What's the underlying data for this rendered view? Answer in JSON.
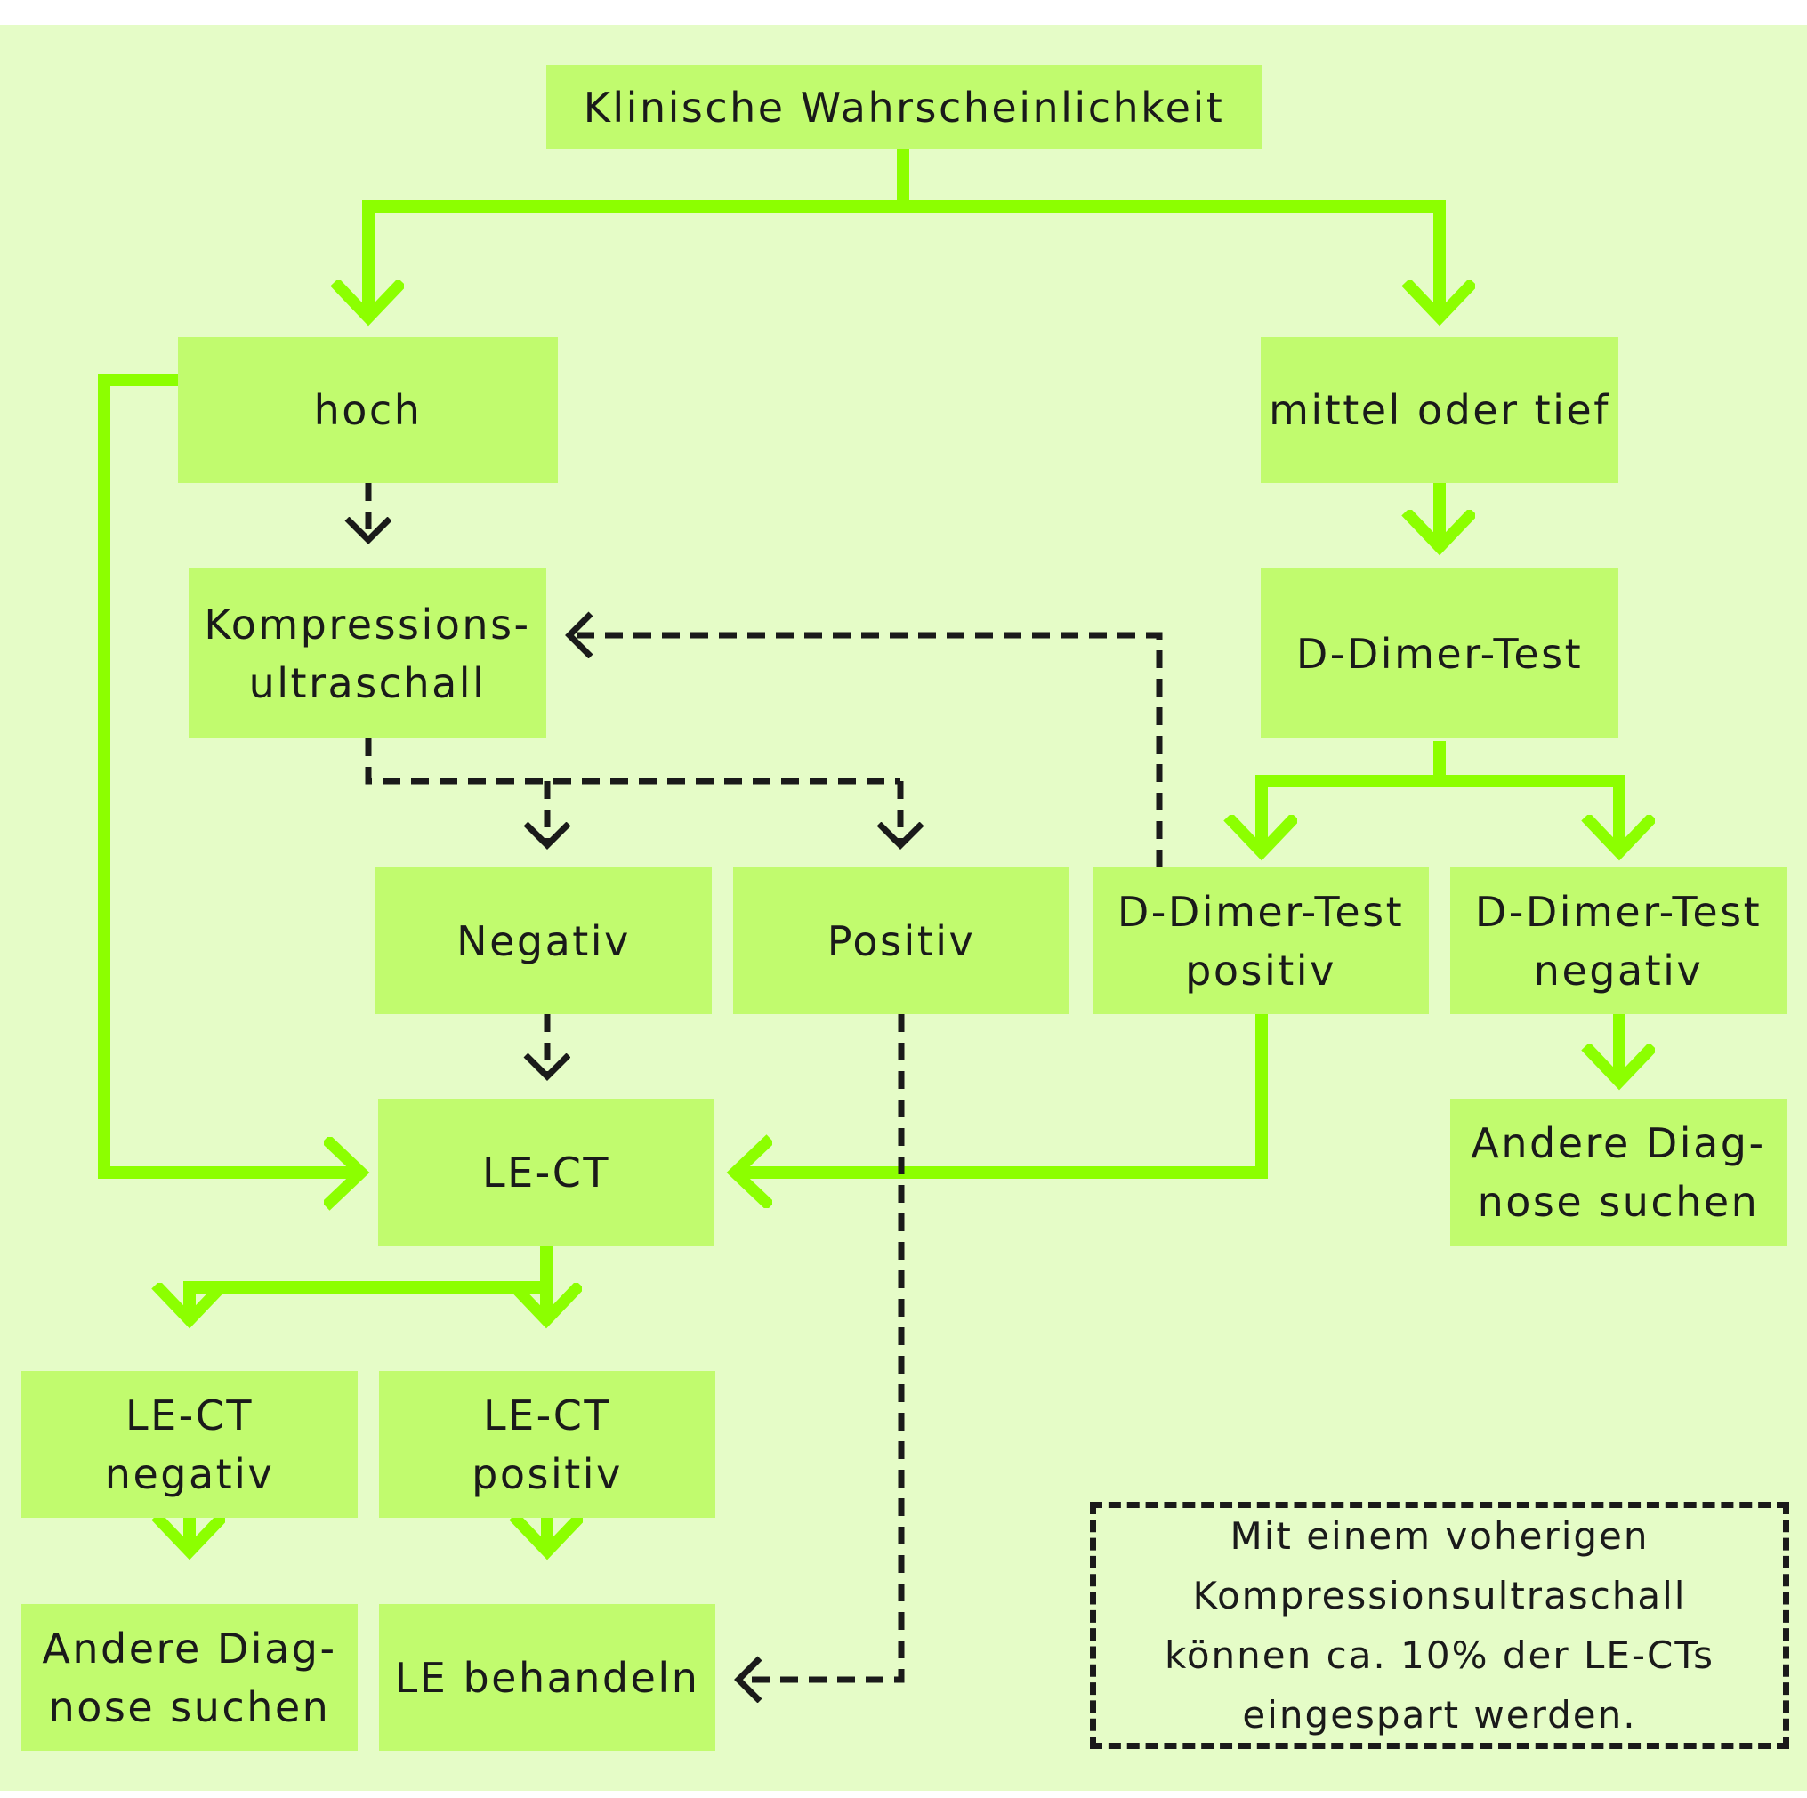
{
  "colors": {
    "background": "#e5fcc7",
    "box": "#c1fb6e",
    "arrow": "#8cff00",
    "dashed_arrow": "#1a1a1a"
  },
  "nodes": {
    "probability": "Klinische Wahrscheinlichkeit",
    "high": "hoch",
    "medium_low": "mittel oder tief",
    "compression_us": "Kompressions-\nultraschall",
    "ddimer_test": "D-Dimer-Test",
    "negative": "Negativ",
    "positive": "Positiv",
    "ddimer_positive": "D-Dimer-Test\npositiv",
    "ddimer_negative": "D-Dimer-Test\nnegativ",
    "other_diag_right": "Andere Diag-\nnose suchen",
    "le_ct": "LE-CT",
    "le_ct_negative": "LE-CT\nnegativ",
    "le_ct_positive": "LE-CT\npositiv",
    "other_diag_left": "Andere Diag-\nnose suchen",
    "treat_le": "LE behandeln"
  },
  "note": "Mit einem voherigen\nKompressionsultraschall\nkönnen ca. 10% der LE-CTs\neingespart werden."
}
